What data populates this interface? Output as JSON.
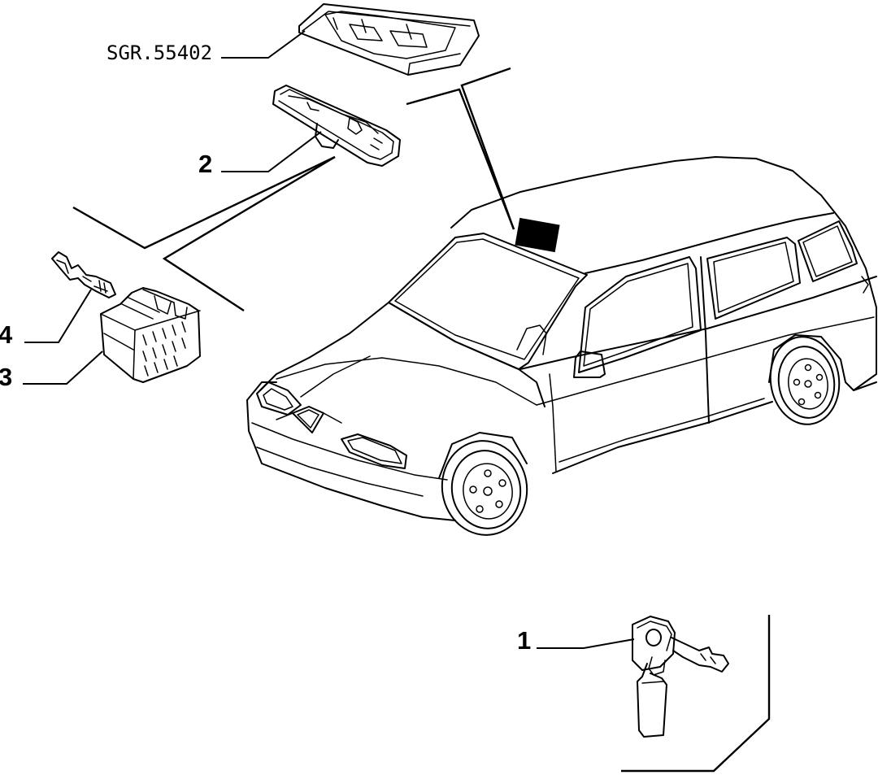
{
  "drawing": {
    "ref_code": "SGR.55402",
    "callouts": [
      {
        "id": "callout-1",
        "label": "1"
      },
      {
        "id": "callout-2",
        "label": "2"
      },
      {
        "id": "callout-3",
        "label": "3"
      },
      {
        "id": "callout-4",
        "label": "4"
      }
    ],
    "colors": {
      "line": "#000000",
      "background": "#ffffff",
      "roof-marker": "#000000"
    }
  }
}
